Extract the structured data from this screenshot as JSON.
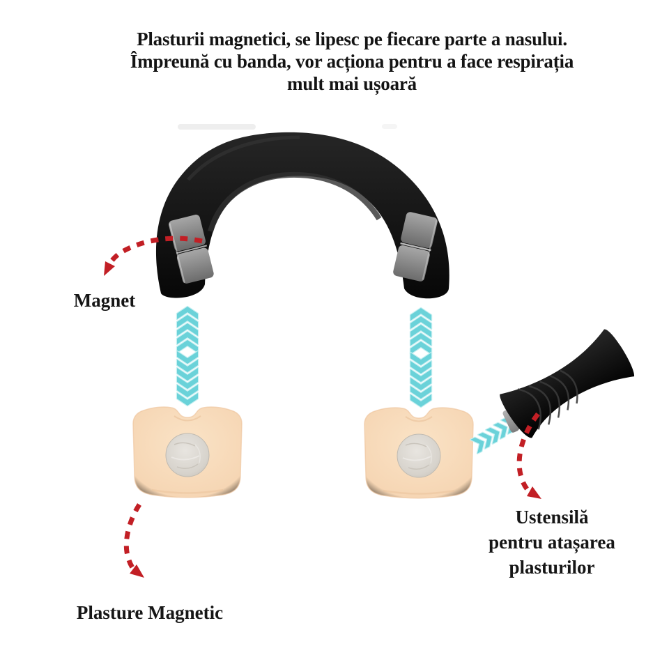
{
  "title": {
    "lines": [
      "Plasturii magnetici, se lipesc pe fiecare parte a nasului.",
      "Împreună cu banda, vor acționa pentru a face respirația",
      "mult mai ușoară"
    ]
  },
  "callouts": {
    "magnet": "Magnet",
    "patch": "Plasture Magnetic",
    "tool": [
      "Ustensilă",
      "pentru atașarea",
      "plasturilor"
    ]
  },
  "colors": {
    "background": "#ffffff",
    "title_text": "#141414",
    "label_text": "#161616",
    "device_black": "#141414",
    "pad_gray": "#8d8d8d",
    "patch_beige": "#f6d6b4",
    "patch_edge": "#eec59e",
    "disc_silver": "#d7d3cc",
    "chevron_teal": "#6ad2d9",
    "chevron_light": "#c6eff1",
    "arrow_red": "#c21f25"
  }
}
